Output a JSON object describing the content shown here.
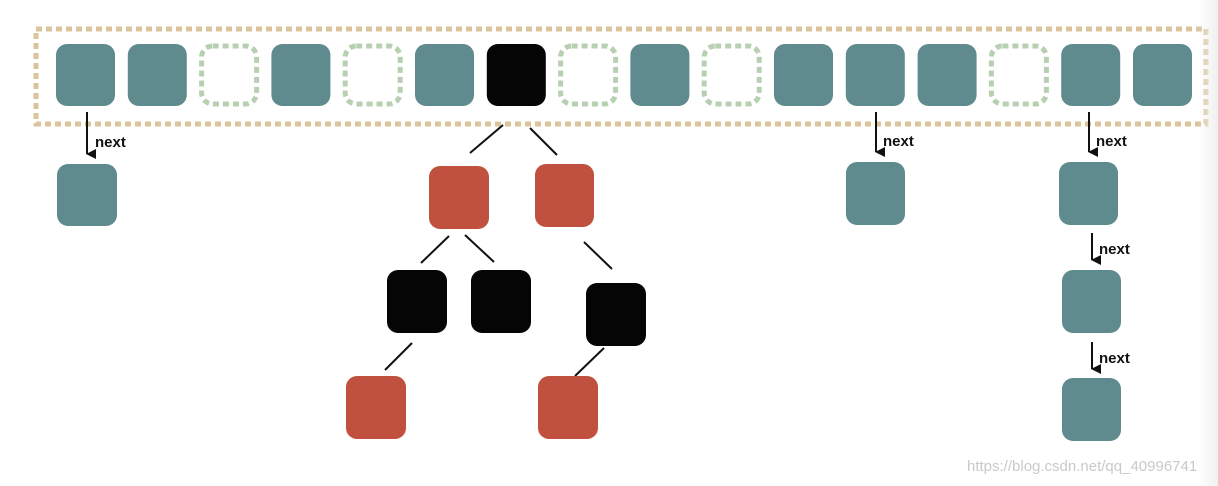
{
  "colors": {
    "bucket": "#5f8b8e",
    "red_node": "#bf513e",
    "black_node": "#050505",
    "empty_bucket_border": "#b8d0b2",
    "table_border": "#dbc49b",
    "edge": "#111111"
  },
  "table": {
    "slots": [
      "filled",
      "filled",
      "empty",
      "filled",
      "empty",
      "filled",
      "black",
      "empty",
      "filled",
      "empty",
      "filled",
      "filled",
      "filled",
      "empty",
      "filled",
      "filled"
    ]
  },
  "labels": {
    "next": "next"
  },
  "watermark": "https://blog.csdn.net/qq_40996741"
}
